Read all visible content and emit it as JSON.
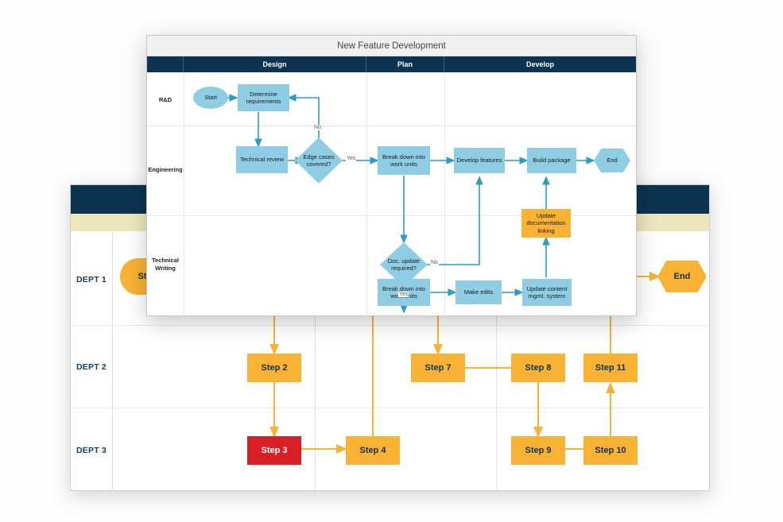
{
  "colors": {
    "navy_header": "#0c3450",
    "cream_band": "#ece7bc",
    "orange": "#f9b233",
    "red": "#d81f26",
    "light_blue": "#8ecde4",
    "arrow_blue": "#2e9bc5",
    "arrow_orange": "#f9b233",
    "title_bar": "#f0f0f0"
  },
  "background_diagram": {
    "name": "department-swimlane-diagram",
    "lanes": [
      "DEPT 1",
      "DEPT 2",
      "DEPT 3"
    ],
    "nodes": [
      {
        "id": "start",
        "label": "Start",
        "shape": "rounded",
        "lane": "DEPT 1",
        "style": "orange"
      },
      {
        "id": "step2",
        "label": "Step 2",
        "shape": "rect",
        "lane": "DEPT 2",
        "style": "orange"
      },
      {
        "id": "step3",
        "label": "Step 3",
        "shape": "rect",
        "lane": "DEPT 3",
        "style": "red"
      },
      {
        "id": "step4",
        "label": "Step 4",
        "shape": "rect",
        "lane": "DEPT 3",
        "style": "orange"
      },
      {
        "id": "step7",
        "label": "Step 7",
        "shape": "rect",
        "lane": "DEPT 2",
        "style": "orange"
      },
      {
        "id": "step8",
        "label": "Step 8",
        "shape": "rect",
        "lane": "DEPT 2",
        "style": "orange"
      },
      {
        "id": "step9",
        "label": "Step 9",
        "shape": "rect",
        "lane": "DEPT 3",
        "style": "orange"
      },
      {
        "id": "step10",
        "label": "Step 10",
        "shape": "rect",
        "lane": "DEPT 3",
        "style": "orange"
      },
      {
        "id": "step11",
        "label": "Step 11",
        "shape": "rect",
        "lane": "DEPT 2",
        "style": "orange"
      },
      {
        "id": "end",
        "label": "End",
        "shape": "hexagon",
        "lane": "DEPT 1",
        "style": "orange"
      }
    ]
  },
  "foreground_diagram": {
    "name": "new-feature-development-flowchart",
    "title": "New Feature Development",
    "phases": [
      "Design",
      "Plan",
      "Develop"
    ],
    "lanes": [
      "R&D",
      "Engineering",
      "Technical Writing"
    ],
    "nodes": [
      {
        "id": "start",
        "label": "Start",
        "shape": "oval",
        "lane": "R&D",
        "phase": "Design",
        "style": "blue"
      },
      {
        "id": "determine",
        "label": "Determine requirements",
        "shape": "rect",
        "lane": "R&D",
        "phase": "Design",
        "style": "blue"
      },
      {
        "id": "techreview",
        "label": "Technical review",
        "shape": "rect",
        "lane": "Engineering",
        "phase": "Design",
        "style": "blue"
      },
      {
        "id": "edgecases",
        "label": "Edge cases covered?",
        "shape": "diamond",
        "lane": "Engineering",
        "phase": "Design",
        "style": "blue"
      },
      {
        "id": "breakdown1",
        "label": "Break down into work units",
        "shape": "rect",
        "lane": "Engineering",
        "phase": "Plan",
        "style": "blue"
      },
      {
        "id": "develop",
        "label": "Develop features",
        "shape": "rect",
        "lane": "Engineering",
        "phase": "Develop",
        "style": "blue"
      },
      {
        "id": "build",
        "label": "Build package",
        "shape": "rect",
        "lane": "Engineering",
        "phase": "Develop",
        "style": "blue"
      },
      {
        "id": "end",
        "label": "End",
        "shape": "hexagon",
        "lane": "Engineering",
        "phase": "Develop",
        "style": "blue"
      },
      {
        "id": "updatedoclink",
        "label": "Update documentation linking",
        "shape": "rect",
        "lane": "Engineering",
        "phase": "Develop",
        "style": "orange"
      },
      {
        "id": "docupdate",
        "label": "Doc. update required?",
        "shape": "diamond",
        "lane": "Technical Writing",
        "phase": "Plan",
        "style": "blue"
      },
      {
        "id": "breakdown2",
        "label": "Break down into work units",
        "shape": "rect",
        "lane": "Technical Writing",
        "phase": "Plan",
        "style": "blue"
      },
      {
        "id": "makeedits",
        "label": "Make edits",
        "shape": "rect",
        "lane": "Technical Writing",
        "phase": "Develop",
        "style": "blue"
      },
      {
        "id": "updatecms",
        "label": "Update content mgmt. system",
        "shape": "rect",
        "lane": "Technical Writing",
        "phase": "Develop",
        "style": "blue"
      }
    ],
    "edge_labels": {
      "edge_no_top": "No",
      "edge_yes_mid": "Yes",
      "edge_no_mid": "No",
      "edge_yes_low": "Yes"
    }
  }
}
